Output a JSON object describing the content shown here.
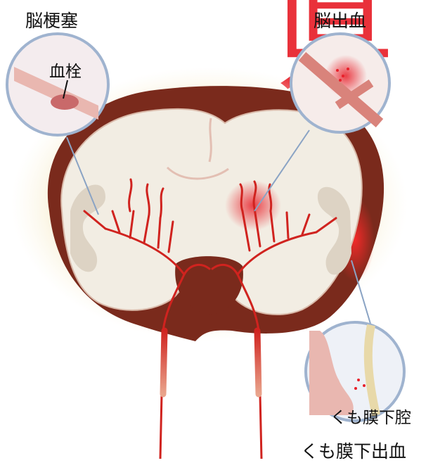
{
  "labels": {
    "cerebral_infarction": "脳梗塞",
    "cerebral_hemorrhage": "脳出血",
    "thrombus": "血栓",
    "subarachnoid_space": "くも膜下腔",
    "subarachnoid_hemorrhage": "くも膜下出血"
  },
  "watermark": "県",
  "colors": {
    "skull_halo": "#f6ebc8",
    "dura_dark": "#7a2a1c",
    "brain_tissue": "#f2ede3",
    "brain_shadow": "#ddd3c4",
    "artery": "#d0231f",
    "hemorrhage_glow": "#e8202a",
    "watermark": "#e8202a"
  },
  "icons": [
    "magnifier-circle",
    "arteries",
    "bleed-dots"
  ]
}
